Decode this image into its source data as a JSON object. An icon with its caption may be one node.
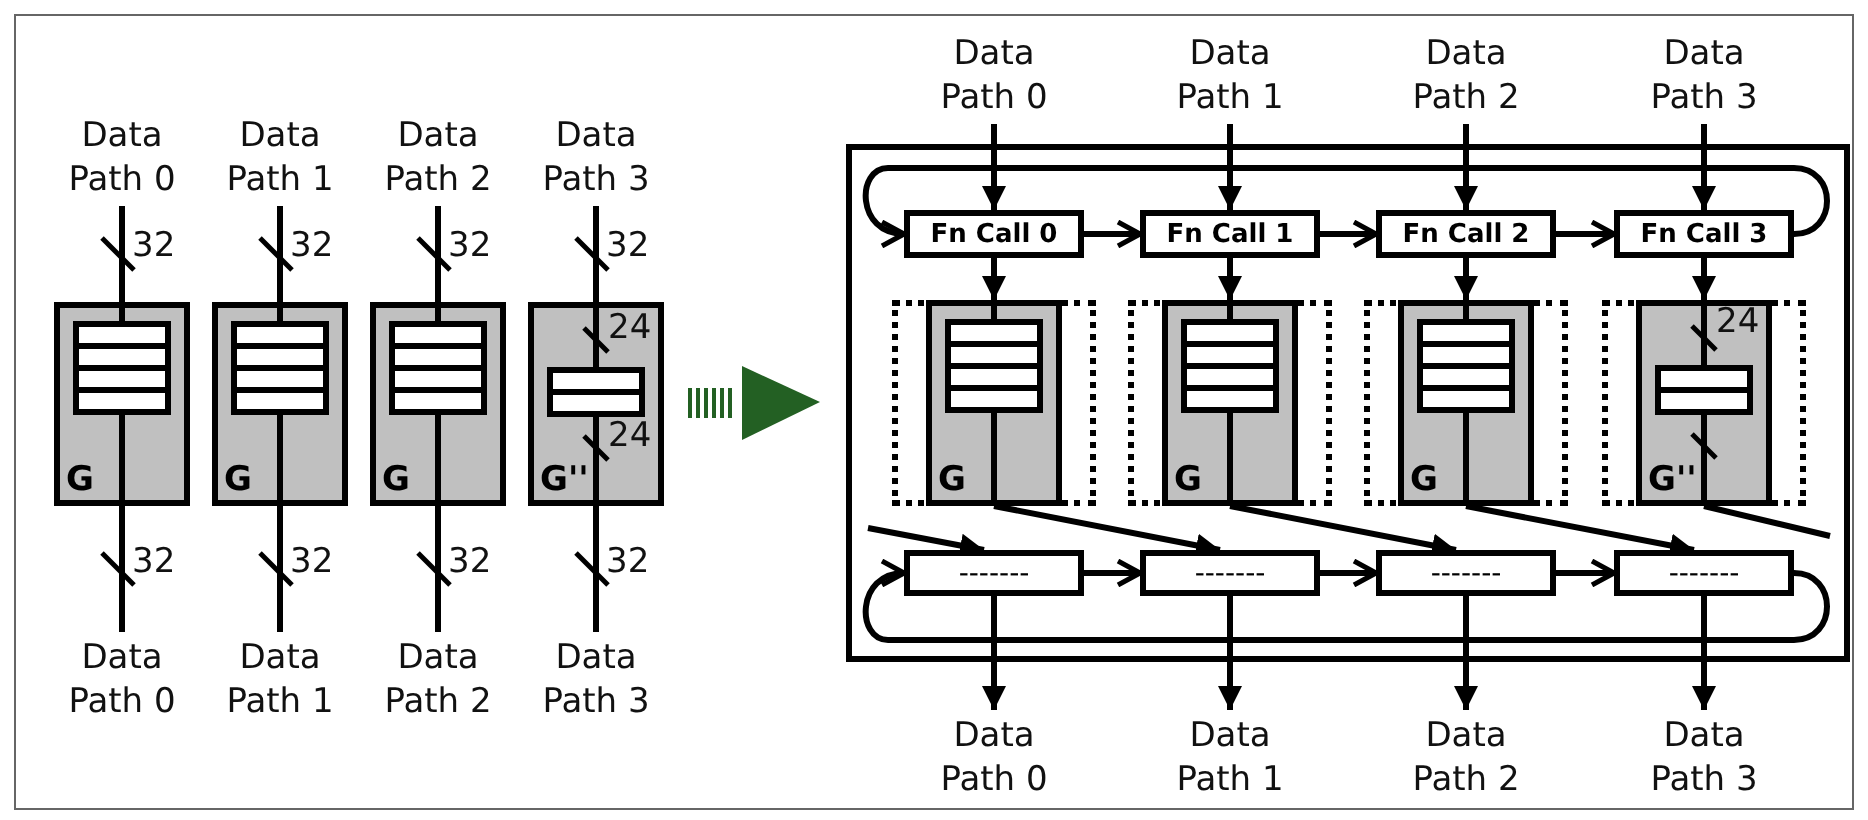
{
  "diagram": {
    "nodes": [
      {
        "text": [
          "Data Path 0"
        ]
      },
      {
        "text": [
          "Data Path 1"
        ]
      },
      {
        "text": [
          "Data Path 2"
        ]
      },
      {
        "text": [
          "Data Path 3"
        ]
      },
      {
        "text": [
          "G"
        ]
      },
      {
        "text": [
          "G"
        ]
      },
      {
        "text": [
          "G"
        ]
      },
      {
        "text": [
          "G''"
        ]
      },
      {
        "text": [
          "Data Path 0"
        ]
      },
      {
        "text": [
          "Data Path 1"
        ]
      },
      {
        "text": [
          "Data Path 2"
        ]
      },
      {
        "text": [
          "Data Path 3"
        ]
      },
      {
        "text": [],
        "shape": "box"
      },
      {
        "text": [
          "Data Path 0"
        ]
      },
      {
        "text": [
          "Data Path 1"
        ]
      },
      {
        "text": [
          "Data Path 2"
        ]
      },
      {
        "text": [
          "Data Path 3"
        ]
      },
      {
        "text": [
          "Fn Call 0"
        ],
        "in": 12
      },
      {
        "text": [
          "Fn Call 1"
        ],
        "in": 12
      },
      {
        "text": [
          "Fn Call 2"
        ],
        "in": 12
      },
      {
        "text": [
          "Fn Call 3"
        ],
        "in": 12
      },
      {
        "text": [],
        "shape": "box",
        "in": 12
      },
      {
        "text": [],
        "shape": "box",
        "in": 12
      },
      {
        "text": [],
        "shape": "box",
        "in": 12
      },
      {
        "text": [],
        "shape": "box",
        "in": 12
      },
      {
        "text": [
          "G"
        ],
        "in": 21
      },
      {
        "text": [
          "G"
        ],
        "in": 22
      },
      {
        "text": [
          "G"
        ],
        "in": 23
      },
      {
        "text": [
          "G''"
        ],
        "in": 24
      },
      {
        "text": [
          "-------"
        ],
        "in": 12
      },
      {
        "text": [
          "-------"
        ],
        "in": 12
      },
      {
        "text": [
          "-------"
        ],
        "in": 12
      },
      {
        "text": [
          "-------"
        ],
        "in": 12
      },
      {
        "text": [
          "Data Path 0"
        ]
      },
      {
        "text": [
          "Data Path 1"
        ]
      },
      {
        "text": [
          "Data Path 2"
        ]
      },
      {
        "text": [
          "Data Path 3"
        ]
      }
    ],
    "edges": [
      {
        "from": 0,
        "to": 4,
        "arrow": "none",
        "label": "32"
      },
      {
        "from": 4,
        "to": 8,
        "arrow": "none",
        "label": "32"
      },
      {
        "from": 1,
        "to": 5,
        "arrow": "none",
        "label": "32"
      },
      {
        "from": 5,
        "to": 9,
        "arrow": "none",
        "label": "32"
      },
      {
        "from": 2,
        "to": 6,
        "arrow": "none",
        "label": "32"
      },
      {
        "from": 6,
        "to": 10,
        "arrow": "none",
        "label": "32"
      },
      {
        "from": 3,
        "to": 7,
        "arrow": "none",
        "label": "32"
      },
      {
        "from": 7,
        "to": 11,
        "arrow": "none",
        "label": "32"
      },
      {
        "from": 13,
        "to": 17,
        "arrow": "to"
      },
      {
        "from": 14,
        "to": 18,
        "arrow": "to"
      },
      {
        "from": 15,
        "to": 19,
        "arrow": "to"
      },
      {
        "from": 16,
        "to": 20,
        "arrow": "to"
      },
      {
        "from": 17,
        "to": 18,
        "arrow": "to"
      },
      {
        "from": 18,
        "to": 19,
        "arrow": "to"
      },
      {
        "from": 19,
        "to": 20,
        "arrow": "to"
      },
      {
        "from": 20,
        "to": 17,
        "arrow": "to"
      },
      {
        "from": 17,
        "to": 25,
        "arrow": "to"
      },
      {
        "from": 18,
        "to": 26,
        "arrow": "to"
      },
      {
        "from": 19,
        "to": 27,
        "arrow": "to"
      },
      {
        "from": 20,
        "to": 28,
        "arrow": "to"
      },
      {
        "from": null,
        "to": 29,
        "arrow": "to"
      },
      {
        "from": 25,
        "to": 30,
        "arrow": "to"
      },
      {
        "from": 26,
        "to": 31,
        "arrow": "to"
      },
      {
        "from": 27,
        "to": 32,
        "arrow": "to"
      },
      {
        "from": 28,
        "to": null,
        "arrow": "none"
      },
      {
        "from": 29,
        "to": 30,
        "arrow": "to"
      },
      {
        "from": 30,
        "to": 31,
        "arrow": "to"
      },
      {
        "from": 31,
        "to": 32,
        "arrow": "to"
      },
      {
        "from": 32,
        "to": 29,
        "arrow": "to"
      },
      {
        "from": 29,
        "to": 33,
        "arrow": "to"
      },
      {
        "from": 30,
        "to": 34,
        "arrow": "to"
      },
      {
        "from": 31,
        "to": 35,
        "arrow": "to"
      },
      {
        "from": 32,
        "to": 36,
        "arrow": "to"
      }
    ],
    "labels": [
      "24",
      "24",
      "24"
    ]
  }
}
